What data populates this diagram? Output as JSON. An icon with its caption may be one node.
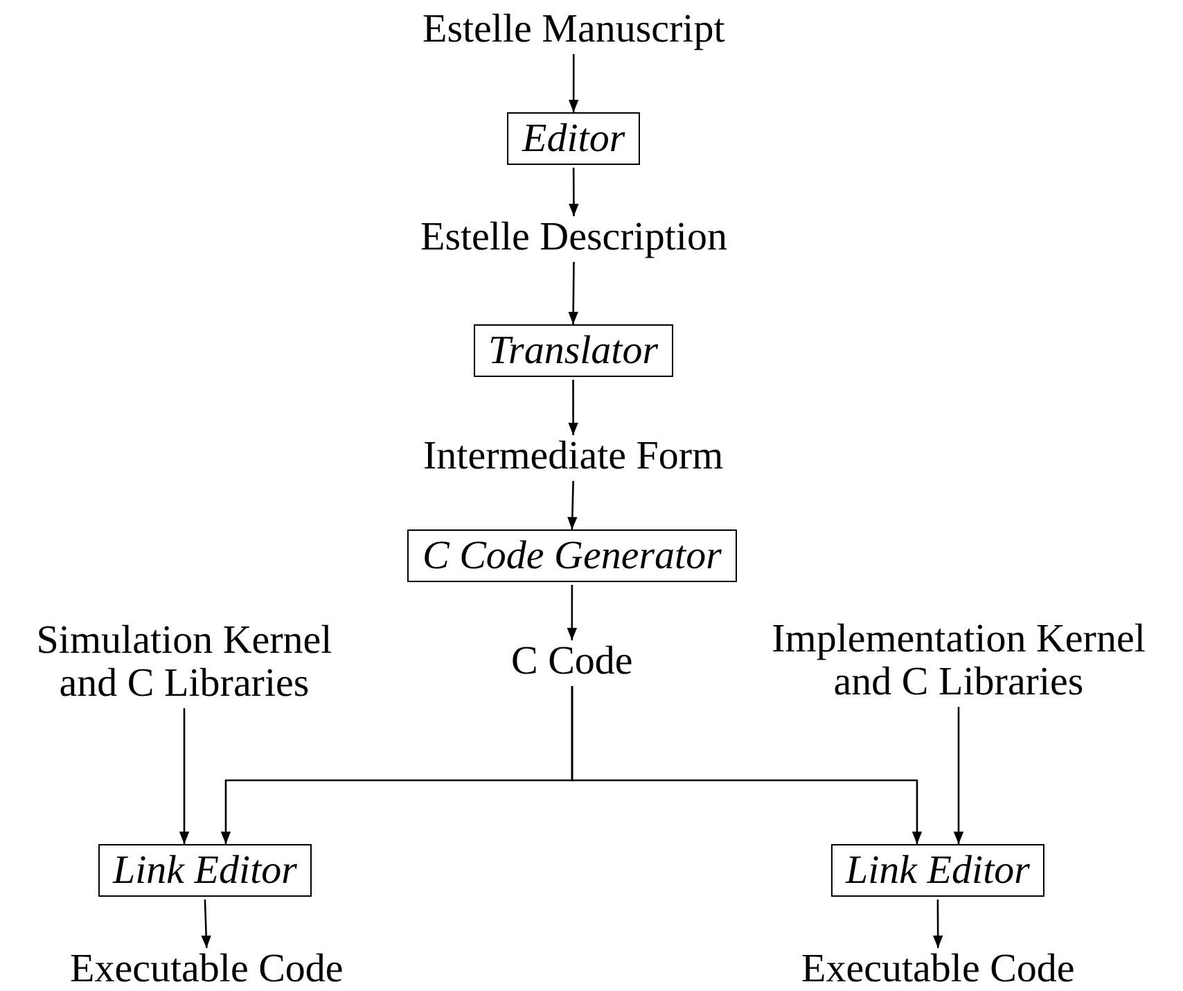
{
  "diagram": {
    "nodes": [
      {
        "text": [
          "Estelle Manuscript"
        ]
      },
      {
        "text": [
          "Editor"
        ]
      },
      {
        "text": [
          "Estelle Description"
        ]
      },
      {
        "text": [
          "Translator"
        ]
      },
      {
        "text": [
          "Intermediate Form"
        ]
      },
      {
        "text": [
          "C Code Generator"
        ]
      },
      {
        "text": [
          "Simulation Kernel and C Libraries"
        ]
      },
      {
        "text": [
          "C Code"
        ]
      },
      {
        "text": [
          "Implementation Kernel and C Libraries"
        ]
      },
      {
        "text": [
          "Link Editor"
        ]
      },
      {
        "text": [
          "Link Editor"
        ]
      },
      {
        "text": [
          "Executable Code"
        ]
      },
      {
        "text": [
          "Executable Code"
        ]
      }
    ],
    "edges": [
      {
        "from": 0,
        "to": 1,
        "arrow": "to"
      },
      {
        "from": 1,
        "to": 2,
        "arrow": "to"
      },
      {
        "from": 2,
        "to": 3,
        "arrow": "to"
      },
      {
        "from": 3,
        "to": 4,
        "arrow": "to"
      },
      {
        "from": 4,
        "to": 5,
        "arrow": "to"
      },
      {
        "from": 5,
        "to": 7,
        "arrow": "to"
      },
      {
        "from": 7,
        "to": 9,
        "arrow": "to"
      },
      {
        "from": 7,
        "to": 10,
        "arrow": "to"
      },
      {
        "from": 6,
        "to": 9,
        "arrow": "to"
      },
      {
        "from": 8,
        "to": 10,
        "arrow": "to"
      },
      {
        "from": 9,
        "to": 11,
        "arrow": "to"
      },
      {
        "from": 10,
        "to": 12,
        "arrow": "to"
      }
    ]
  }
}
